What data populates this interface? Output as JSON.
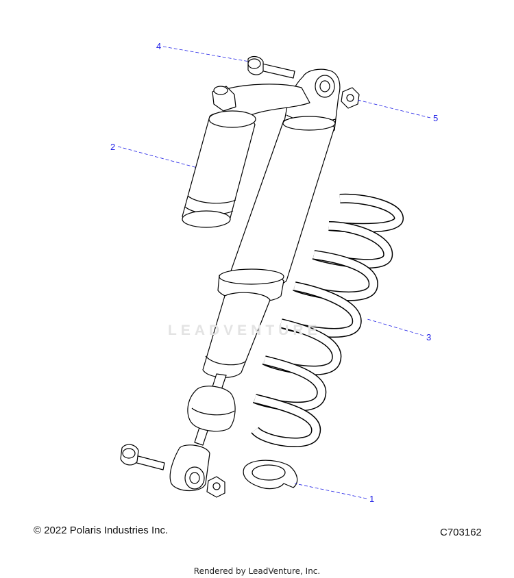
{
  "callouts": [
    {
      "number": "1",
      "part": "spring-retainer"
    },
    {
      "number": "2",
      "part": "reservoir"
    },
    {
      "number": "3",
      "part": "coil-spring"
    },
    {
      "number": "4",
      "part": "upper-bolt"
    },
    {
      "number": "5",
      "part": "upper-nut"
    }
  ],
  "footer": {
    "copyright": "© 2022 Polaris Industries Inc.",
    "figure_code": "C703162",
    "rendered_by": "Rendered by LeadVenture, Inc."
  },
  "watermark": {
    "text": "LEADVENTURE",
    "icon": "flame-icon"
  },
  "colors": {
    "callout": "#1a1ae6",
    "line": "#000000",
    "part_fill": "#ffffff"
  }
}
